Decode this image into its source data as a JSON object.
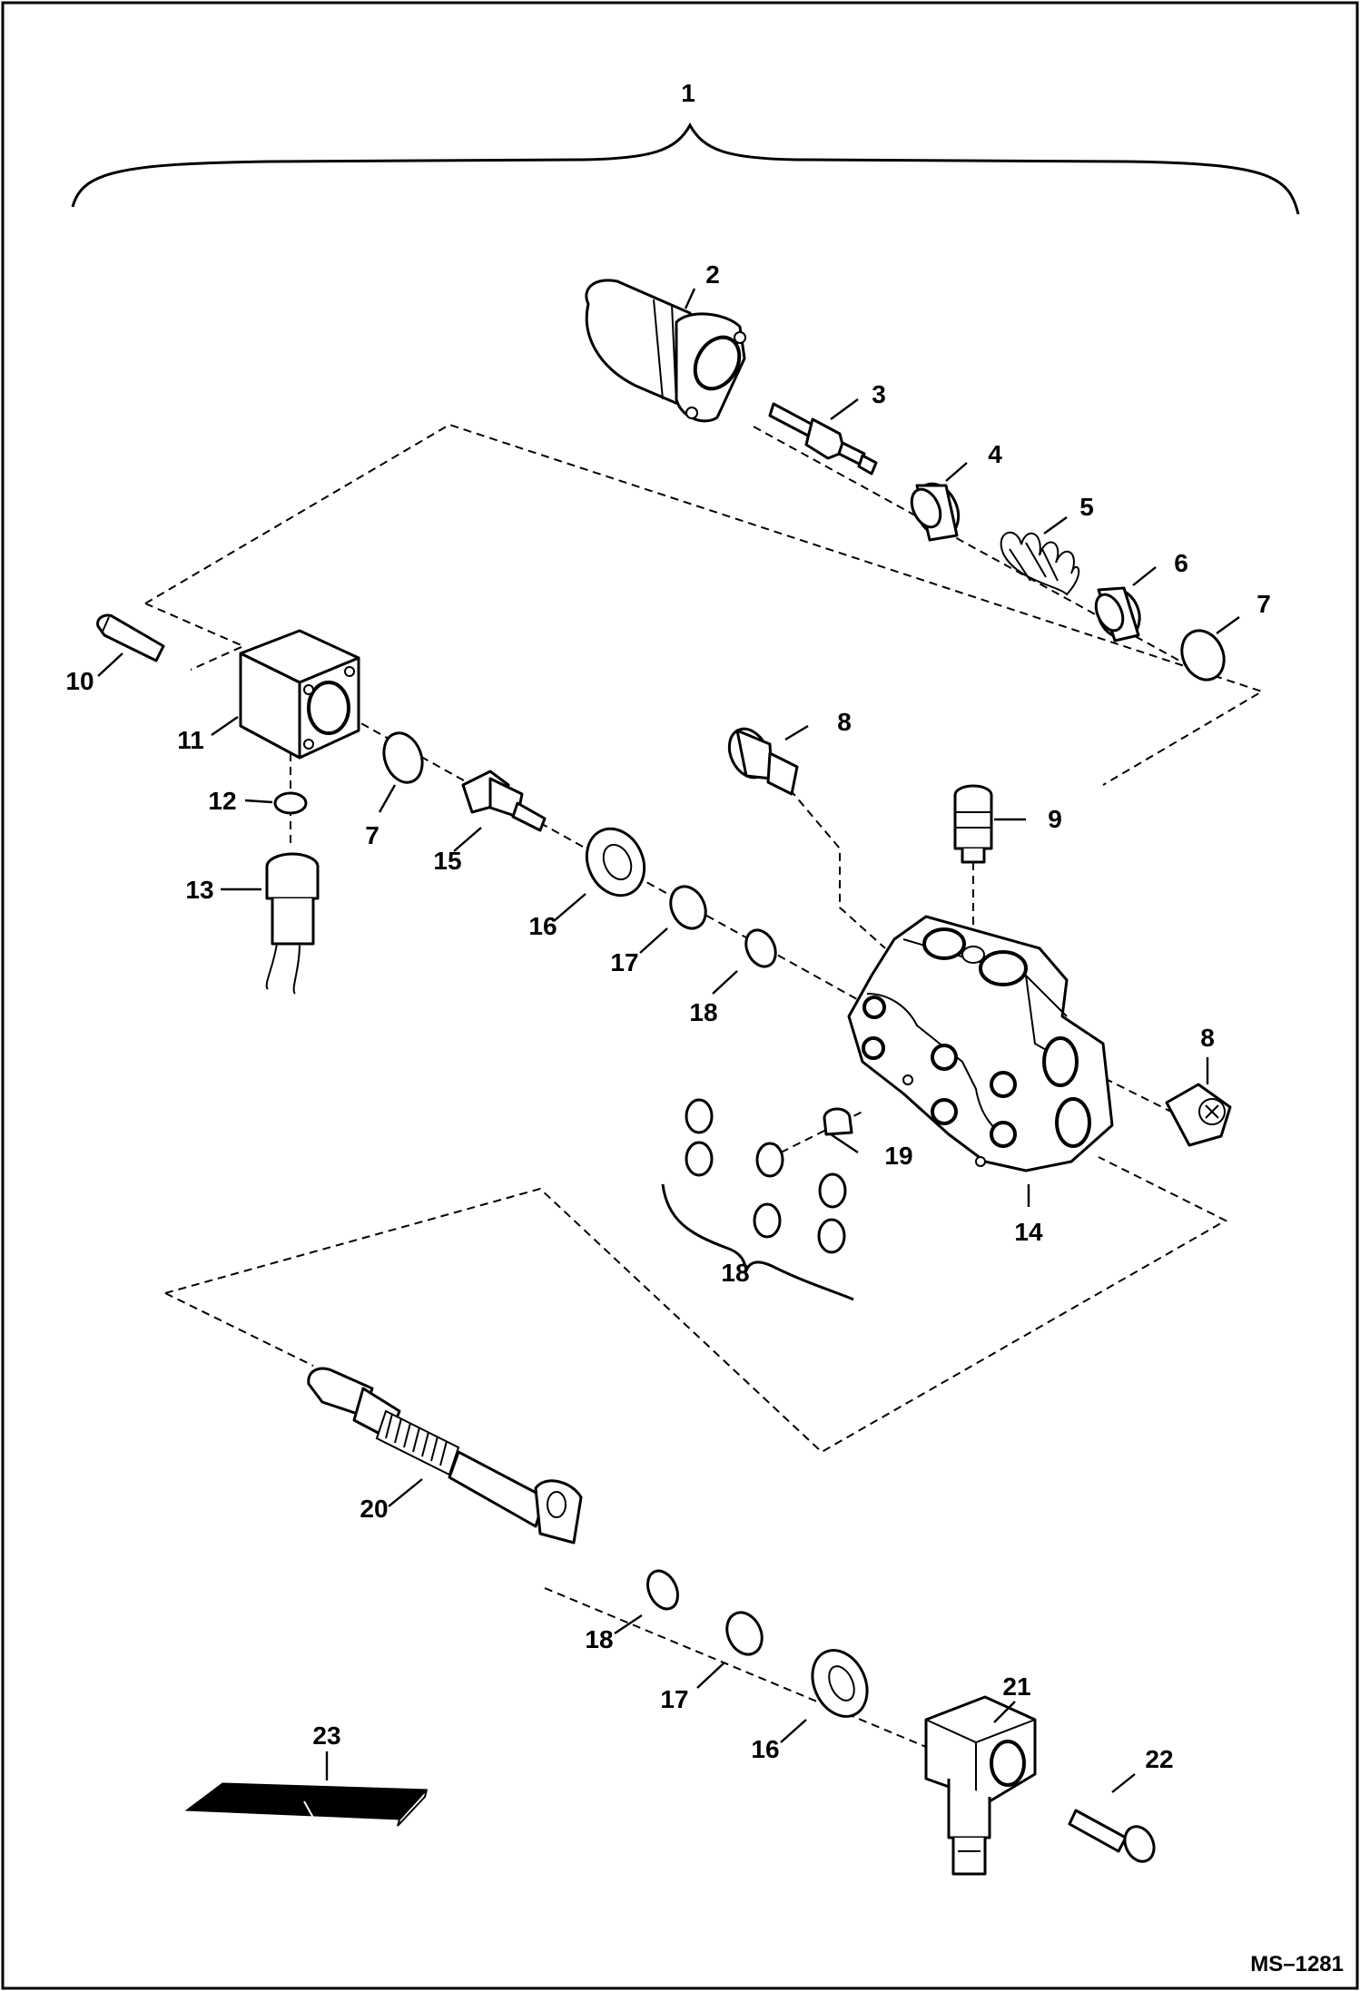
{
  "figure": {
    "reference": "MS–1281"
  },
  "callouts": [
    {
      "id": "c1",
      "label": "1"
    },
    {
      "id": "c2",
      "label": "2"
    },
    {
      "id": "c3",
      "label": "3"
    },
    {
      "id": "c4",
      "label": "4"
    },
    {
      "id": "c5",
      "label": "5"
    },
    {
      "id": "c6",
      "label": "6"
    },
    {
      "id": "c7a",
      "label": "7"
    },
    {
      "id": "c7b",
      "label": "7"
    },
    {
      "id": "c8a",
      "label": "8"
    },
    {
      "id": "c8b",
      "label": "8"
    },
    {
      "id": "c9",
      "label": "9"
    },
    {
      "id": "c10",
      "label": "10"
    },
    {
      "id": "c11",
      "label": "11"
    },
    {
      "id": "c12",
      "label": "12"
    },
    {
      "id": "c13",
      "label": "13"
    },
    {
      "id": "c14",
      "label": "14"
    },
    {
      "id": "c15",
      "label": "15"
    },
    {
      "id": "c16a",
      "label": "16"
    },
    {
      "id": "c16b",
      "label": "16"
    },
    {
      "id": "c17a",
      "label": "17"
    },
    {
      "id": "c17b",
      "label": "17"
    },
    {
      "id": "c18a",
      "label": "18"
    },
    {
      "id": "c18b",
      "label": "18"
    },
    {
      "id": "c18c",
      "label": "18"
    },
    {
      "id": "c19",
      "label": "19"
    },
    {
      "id": "c20",
      "label": "20"
    },
    {
      "id": "c21",
      "label": "21"
    },
    {
      "id": "c22",
      "label": "22"
    },
    {
      "id": "c23",
      "label": "23"
    }
  ]
}
